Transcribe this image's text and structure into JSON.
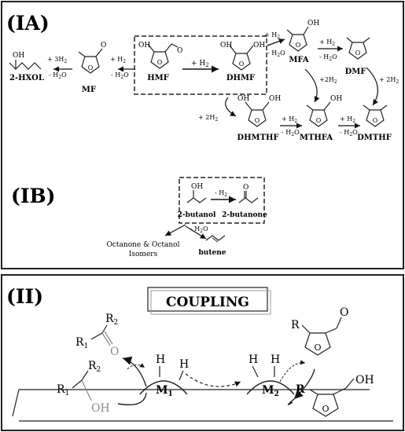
{
  "panels": {
    "ia": {
      "title": "(IA)"
    },
    "ib": {
      "title": "(IB)"
    },
    "ii": {
      "title": "(II)",
      "coupling_label": "COUPLING"
    }
  },
  "compounds": {
    "hmf": "HMF",
    "dhmf": "DHMF",
    "mf": "MF",
    "hxol": "2-HXOL",
    "mfa": "MFA",
    "dmf": "DMF",
    "dhmthf": "DHMTHF",
    "mthfa": "MTHFA",
    "dmthf": "DMTHF",
    "butanol": "2-butanol",
    "butanone": "2-butanone",
    "butene": "butene",
    "octanone_line1": "Octanone & Octanol",
    "octanone_line2": "Isomers"
  },
  "reagents": {
    "h2": "+ H",
    "h2_sub": "2",
    "minus": "- H",
    "o_suffix": "O",
    "three_h2": "+ 3H",
    "two_h2": "+ 2H",
    "two_h2_nospace": "+2H",
    "oh": "OH",
    "o": "O"
  },
  "mechanism": {
    "m1": "M",
    "m1_sub": "1",
    "m2": "M",
    "m2_sub": "2",
    "h": "H",
    "r": "R",
    "r1": "R",
    "r1_sub": "1",
    "r2": "R",
    "r2_sub": "2",
    "oh": "OH",
    "o": "O"
  }
}
